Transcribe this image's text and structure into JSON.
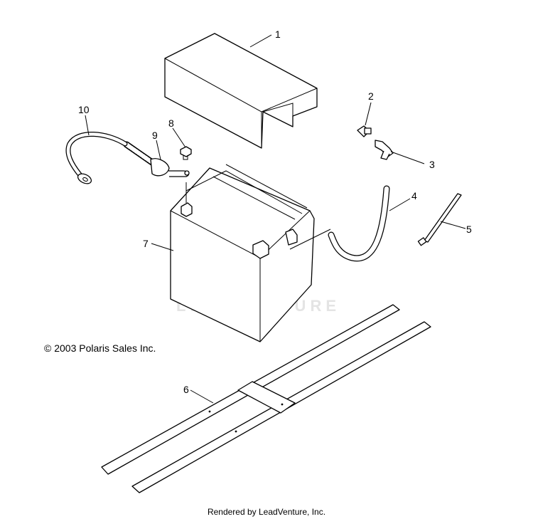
{
  "callouts": [
    {
      "id": "1",
      "text": "1"
    },
    {
      "id": "2",
      "text": "2"
    },
    {
      "id": "3",
      "text": "3"
    },
    {
      "id": "4",
      "text": "4"
    },
    {
      "id": "5",
      "text": "5"
    },
    {
      "id": "6",
      "text": "6"
    },
    {
      "id": "7",
      "text": "7"
    },
    {
      "id": "8",
      "text": "8"
    },
    {
      "id": "9",
      "text": "9"
    },
    {
      "id": "10",
      "text": "10"
    }
  ],
  "watermark": "LEADVENTURE",
  "copyright": "© 2003 Polaris Sales Inc.",
  "footer": "Rendered by LeadVenture, Inc.",
  "colors": {
    "line": "#000000",
    "watermark": "#e4e4e4",
    "background": "#ffffff"
  }
}
